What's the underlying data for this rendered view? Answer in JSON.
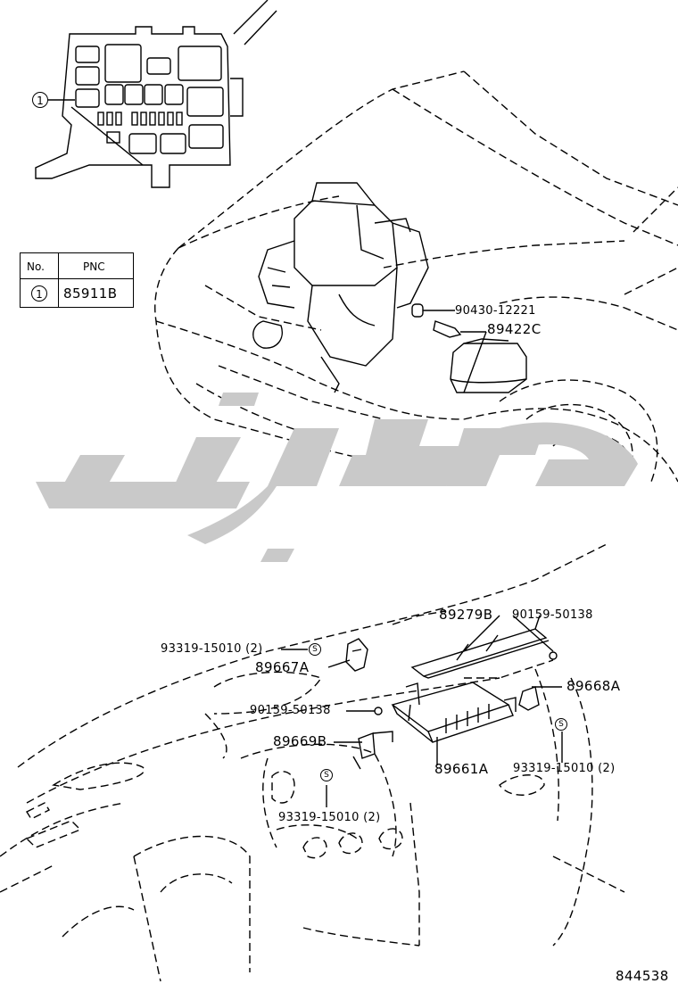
{
  "table": {
    "header_no": "No.",
    "header_pnc": "PNC",
    "row_no": "1",
    "row_pnc": "85911B"
  },
  "callout_index": "1",
  "parts": {
    "p90430": "90430-12221",
    "p89422C": "89422C",
    "p89279B": "89279B",
    "p90159_top": "90159-50138",
    "p93319_left": "93319-15010 (2)",
    "p89667A": "89667A",
    "p89668A": "89668A",
    "p90159_mid": "90159-50138",
    "p89669B": "89669B",
    "p89661A": "89661A",
    "p93319_right": "93319-15010 (2)",
    "p93319_bottom": "93319-15010 (2)"
  },
  "clip_symbol": "S",
  "figure_number": "844538",
  "watermark_color": "#c9c9c9"
}
